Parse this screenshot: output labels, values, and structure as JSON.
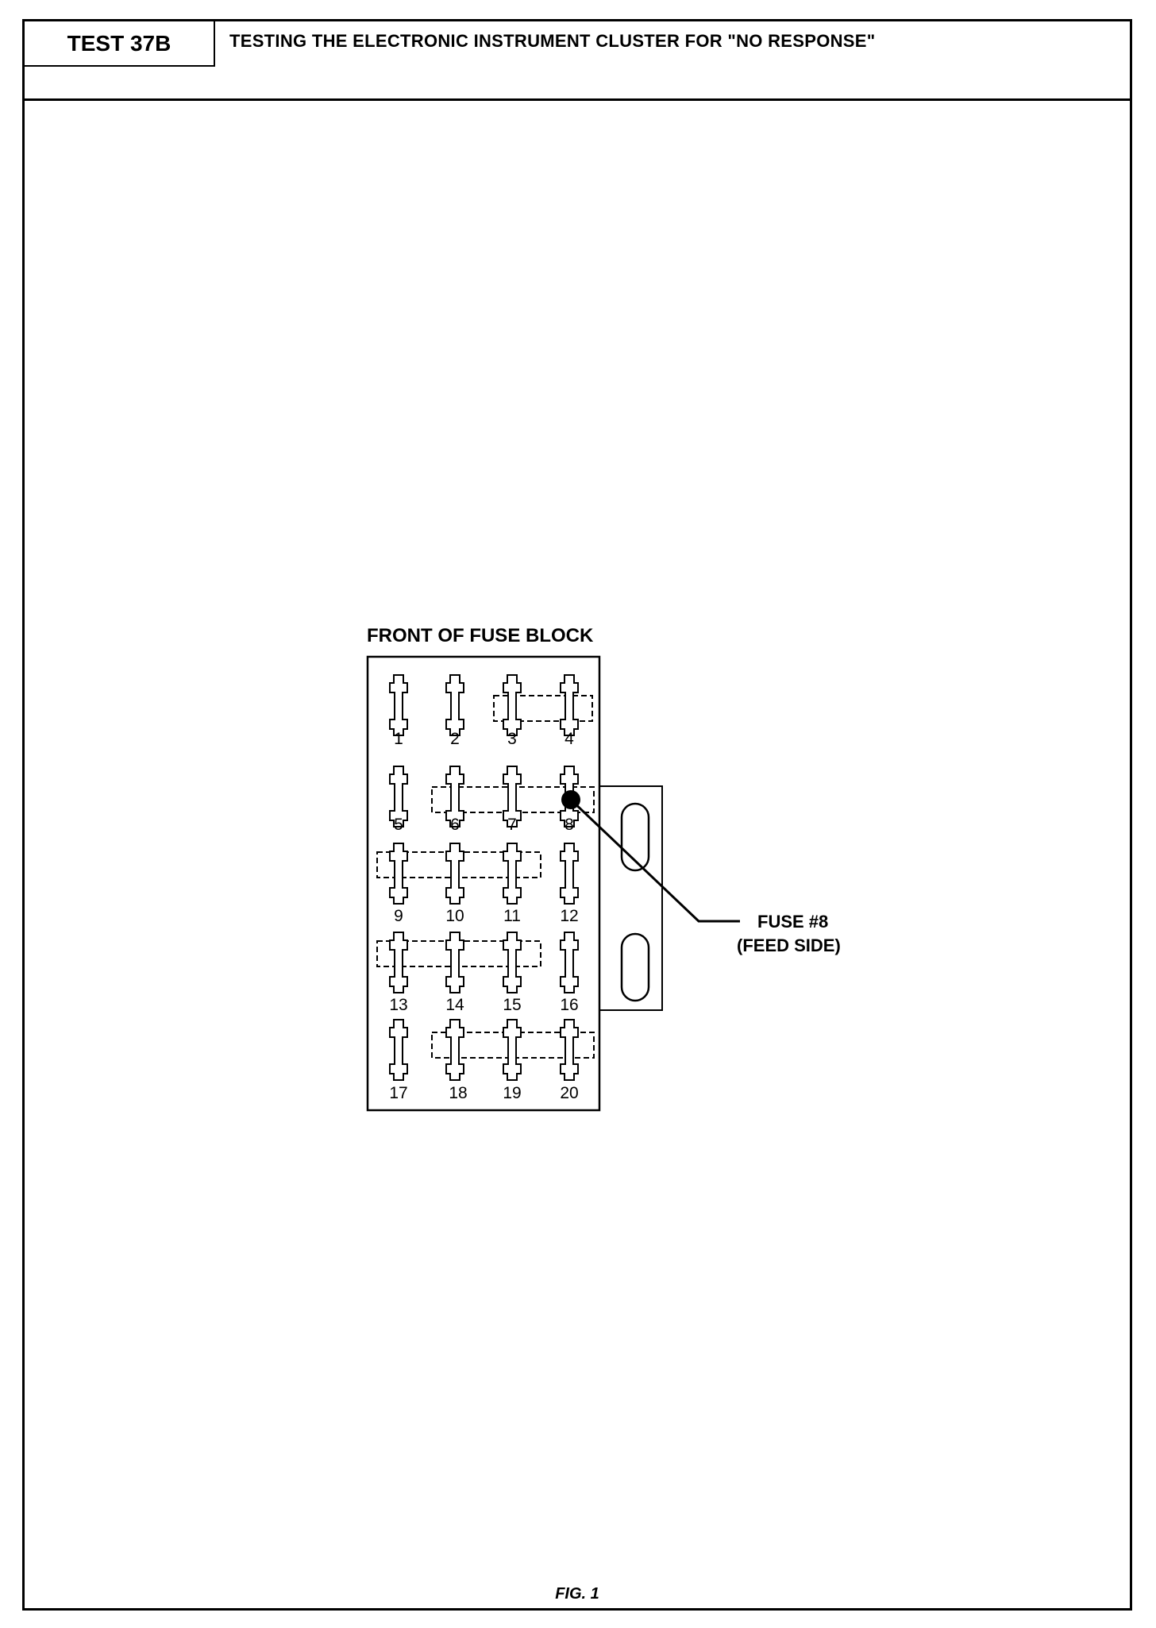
{
  "header": {
    "test_id": "TEST 37B",
    "title": "TESTING THE ELECTRONIC INSTRUMENT CLUSTER FOR \"NO RESPONSE\""
  },
  "diagram": {
    "block_label": "FRONT OF FUSE BLOCK",
    "fuse_numbers": [
      "1",
      "2",
      "3",
      "4",
      "5",
      "6",
      "7",
      "8",
      "9",
      "10",
      "11",
      "12",
      "13",
      "14",
      "15",
      "16",
      "17",
      "18",
      "19",
      "20"
    ],
    "callout_line1": "FUSE #8",
    "callout_line2": "(FEED SIDE)"
  },
  "figure_caption": "FIG. 1"
}
